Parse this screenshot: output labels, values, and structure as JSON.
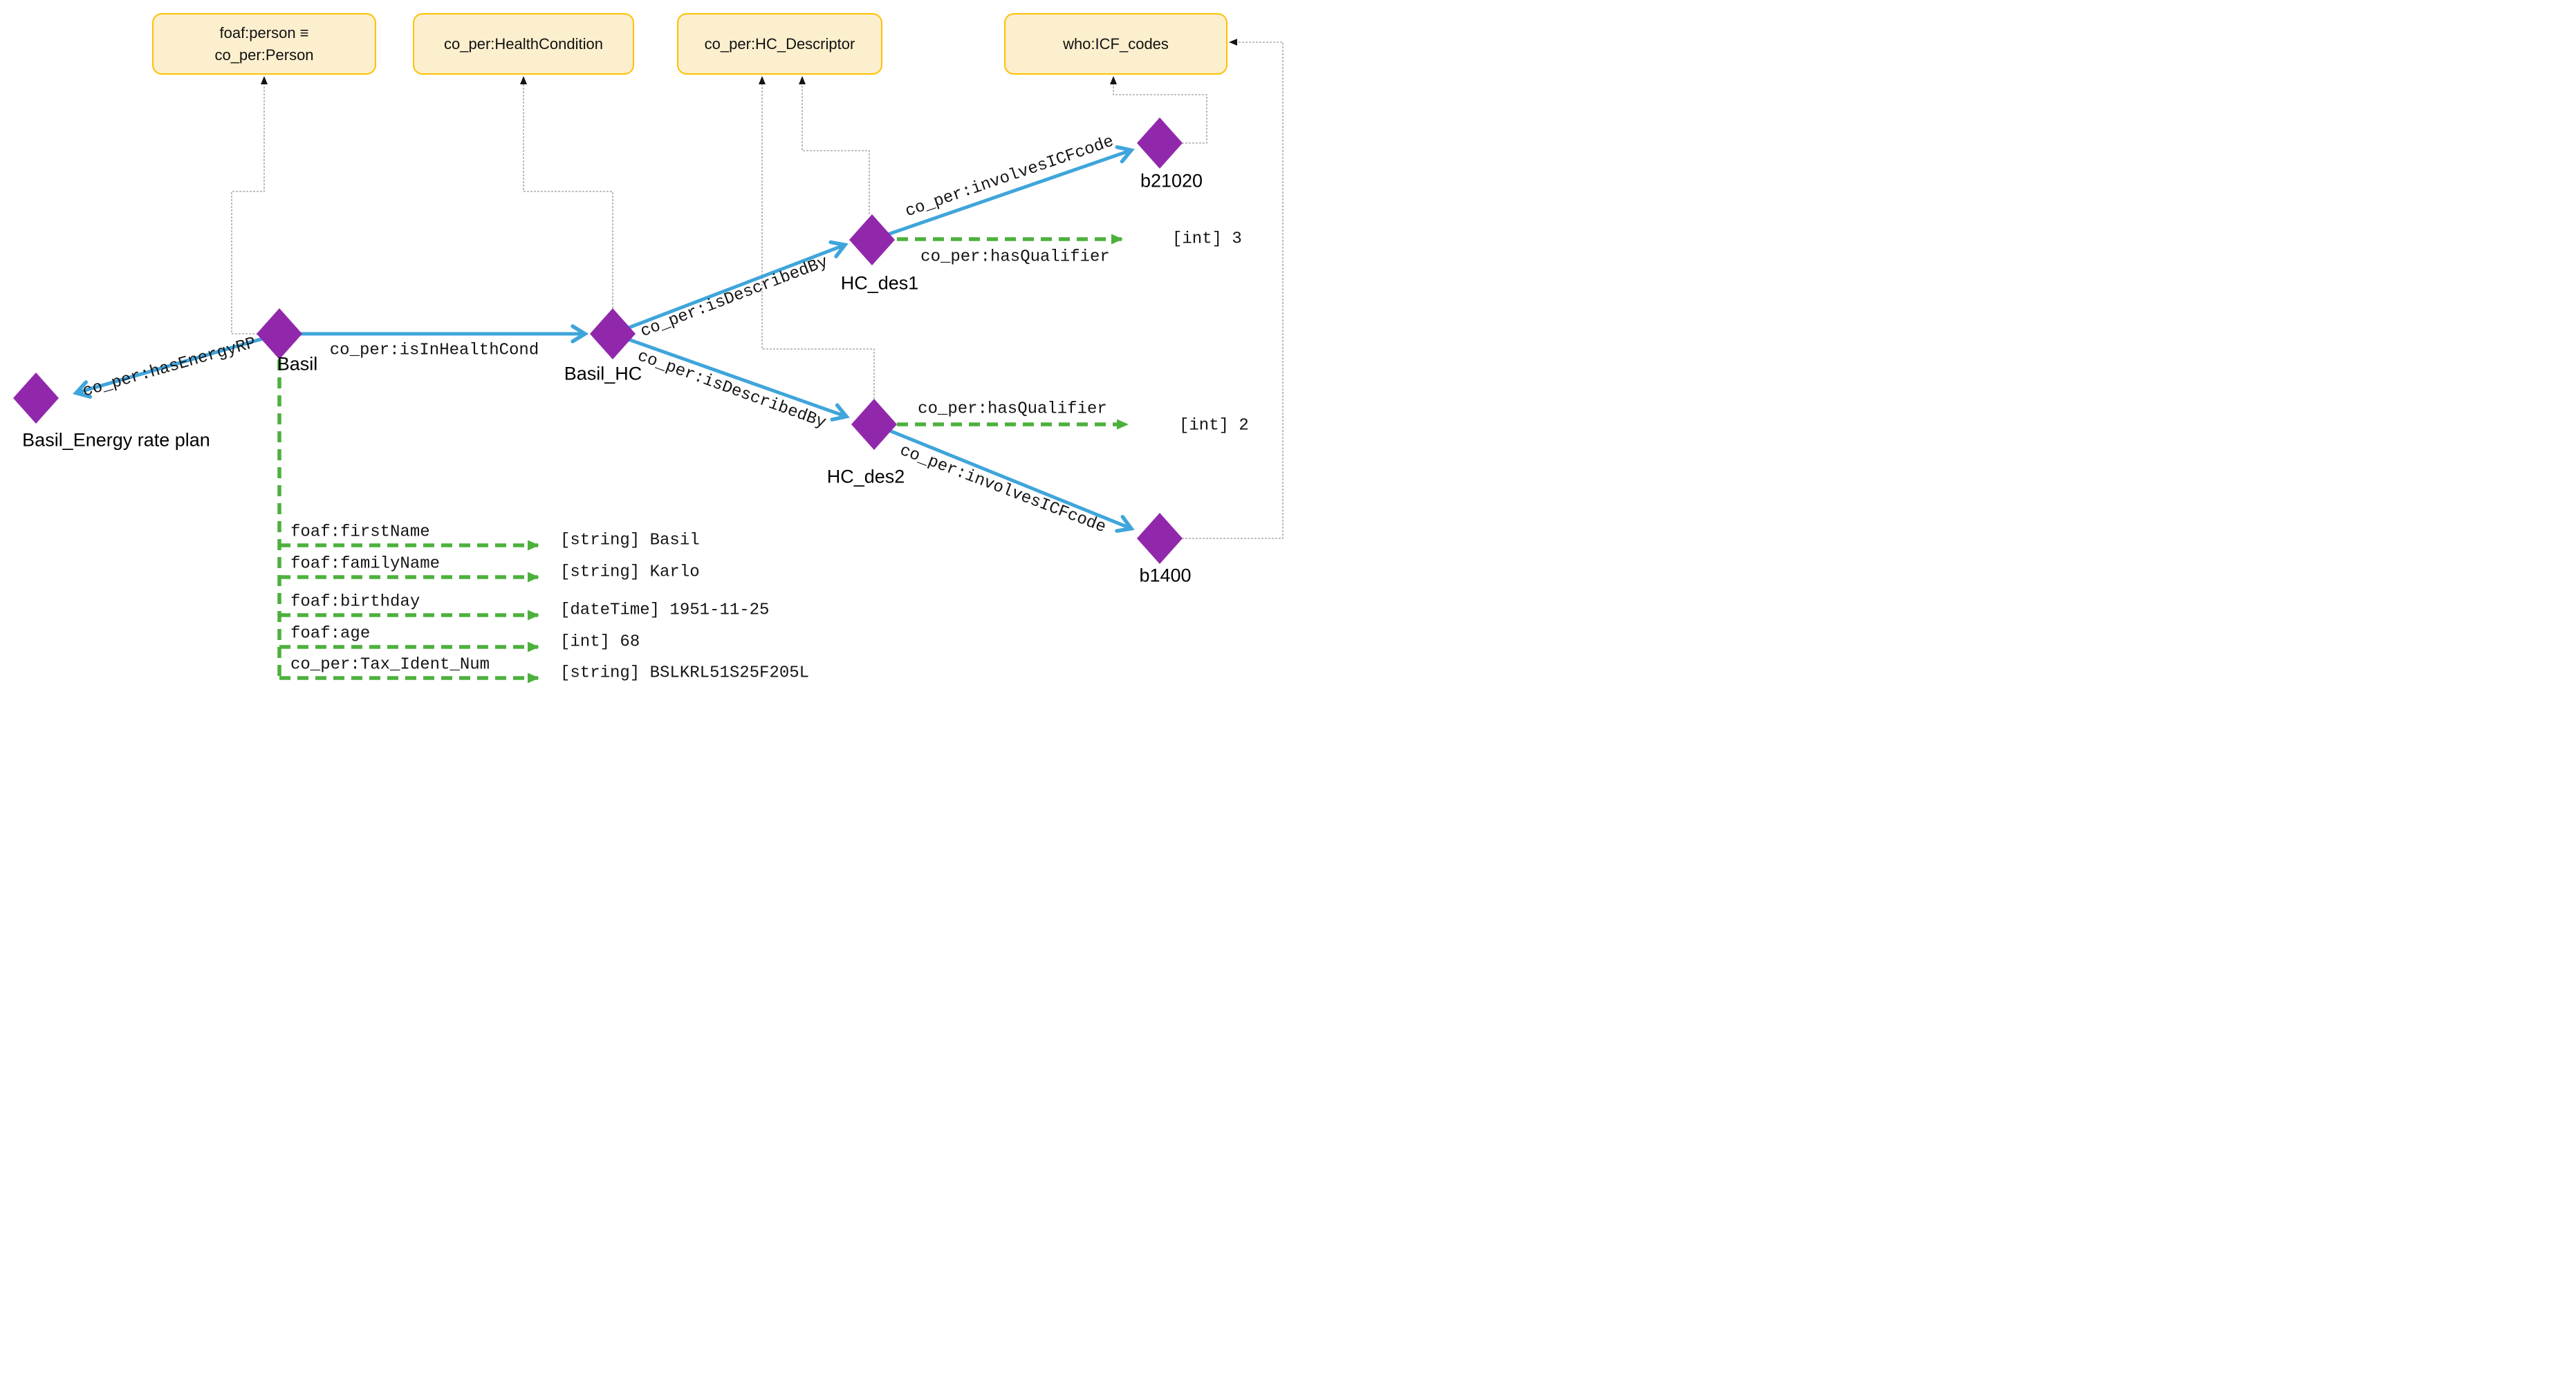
{
  "colors": {
    "class_box_fill": "#FCEFCE",
    "class_box_border": "#FFC000",
    "instance_diamond": "#9128AC",
    "object_property_arrow": "#3FA5DB",
    "data_property_arrow": "#4CB13C",
    "type_link": "#ABABAB",
    "text": "#000000"
  },
  "classes": [
    {
      "id": "person",
      "lines": [
        "foaf:person ≡",
        "co_per:Person"
      ]
    },
    {
      "id": "health_condition",
      "lines": [
        "co_per:HealthCondition"
      ]
    },
    {
      "id": "hc_descriptor",
      "lines": [
        "co_per:HC_Descriptor"
      ]
    },
    {
      "id": "icf_codes",
      "lines": [
        "who:ICF_codes"
      ]
    }
  ],
  "instances": [
    {
      "id": "basil",
      "label": "Basil"
    },
    {
      "id": "basil_hc",
      "label": "Basil_HC"
    },
    {
      "id": "basil_energy",
      "label": "Basil_Energy rate plan"
    },
    {
      "id": "hc_des1",
      "label": "HC_des1"
    },
    {
      "id": "hc_des2",
      "label": "HC_des2"
    },
    {
      "id": "b21020",
      "label": "b21020"
    },
    {
      "id": "b1400",
      "label": "b1400"
    }
  ],
  "object_properties": [
    {
      "label": "co_per:hasEnergyRP",
      "from": "Basil",
      "to": "Basil_Energy rate plan"
    },
    {
      "label": "co_per:isInHealthCond",
      "from": "Basil",
      "to": "Basil_HC"
    },
    {
      "label": "co_per:isDescribedBy",
      "from": "Basil_HC",
      "to": "HC_des1"
    },
    {
      "label": "co_per:isDescribedBy",
      "from": "Basil_HC",
      "to": "HC_des2"
    },
    {
      "label": "co_per:involvesICFcode",
      "from": "HC_des1",
      "to": "b21020"
    },
    {
      "label": "co_per:involvesICFcode",
      "from": "HC_des2",
      "to": "b1400"
    },
    {
      "label": "co_per:hasQualifier",
      "from": "HC_des1",
      "to": "[int] 3"
    },
    {
      "label": "co_per:hasQualifier",
      "from": "HC_des2",
      "to": "[int] 2"
    }
  ],
  "data_properties": [
    {
      "label": "foaf:firstName",
      "value": "[string] Basil"
    },
    {
      "label": "foaf:familyName",
      "value": "[string] Karlo"
    },
    {
      "label": "foaf:birthday",
      "value": "[dateTime] 1951-11-25"
    },
    {
      "label": "foaf:age",
      "value": "[int] 68"
    },
    {
      "label": "co_per:Tax_Ident_Num",
      "value": "[string] BSLKRL51S25F205L"
    }
  ],
  "type_links": [
    {
      "from": "Basil",
      "to": "foaf:person ≡ co_per:Person"
    },
    {
      "from": "Basil_HC",
      "to": "co_per:HealthCondition"
    },
    {
      "from": "HC_des1",
      "to": "co_per:HC_Descriptor"
    },
    {
      "from": "HC_des2",
      "to": "co_per:HC_Descriptor"
    },
    {
      "from": "b21020",
      "to": "who:ICF_codes"
    },
    {
      "from": "b1400",
      "to": "who:ICF_codes"
    }
  ]
}
